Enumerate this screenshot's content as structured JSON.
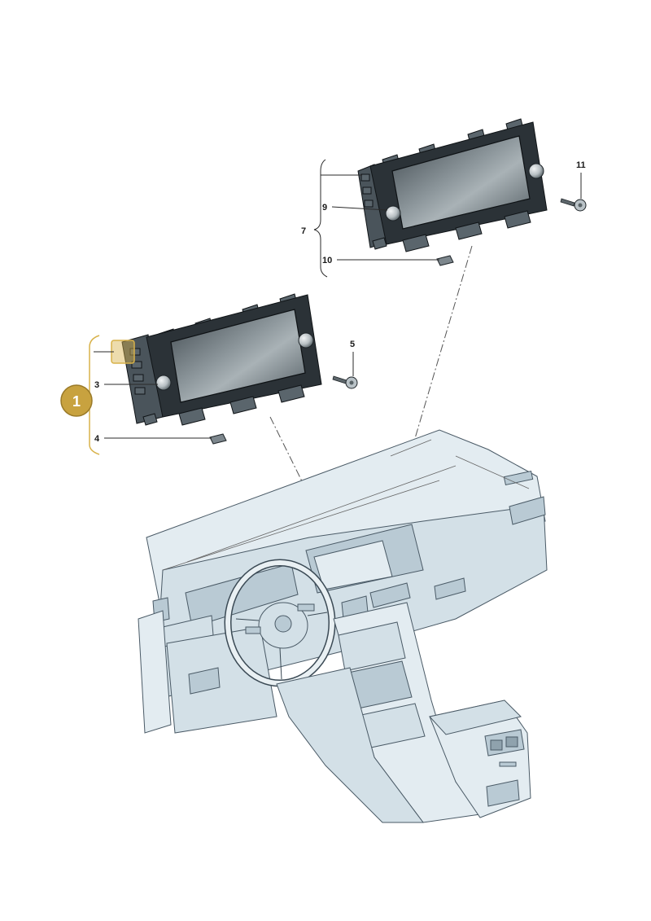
{
  "callouts": {
    "item_1": "1",
    "item_3": "3",
    "item_4": "4",
    "item_5": "5",
    "item_7": "7",
    "item_9": "9",
    "item_10": "10",
    "item_11": "11"
  },
  "colors": {
    "badge_fill": "#c8a23f",
    "badge_stroke": "#9a7a28",
    "highlight_bracket": "#d8b24a"
  }
}
